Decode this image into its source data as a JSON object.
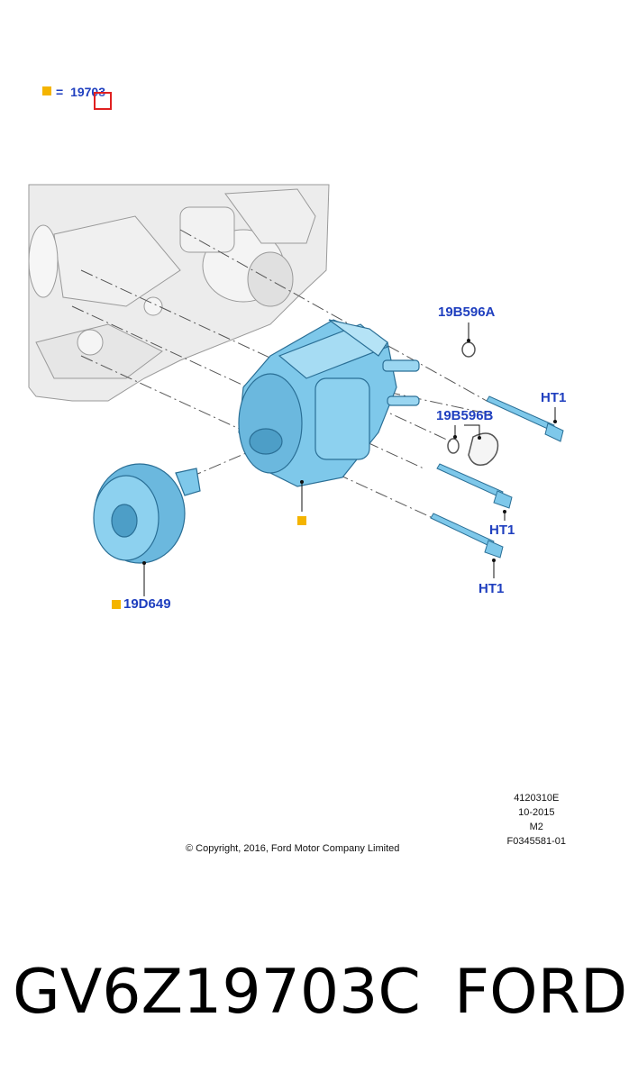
{
  "legend": {
    "marker_color": "#f4b400",
    "equals": "=",
    "part_number": "19703"
  },
  "callouts": {
    "gasket_a": "19B596A",
    "gasket_b": "19B596B",
    "bolt_1": "HT1",
    "bolt_2": "HT1",
    "bolt_3": "HT1",
    "pulley": "19D649"
  },
  "document_info": {
    "illustration_id": "4120310E",
    "date": "10-2015",
    "version": "M2",
    "figure_id": "F0345581-01"
  },
  "copyright": "© Copyright, 2016, Ford Motor Company Limited",
  "footer": {
    "part_number": "GV6Z19703C",
    "brand": "FORD"
  },
  "colors": {
    "callout_text": "#1f3fbf",
    "part_blue": "#7ec8ea",
    "part_outline": "#2a6f96",
    "engine_gray": "#e8e8e8",
    "highlight_box": "#e02020"
  },
  "icons": [
    "square-marker-icon",
    "leader-line-icon"
  ]
}
